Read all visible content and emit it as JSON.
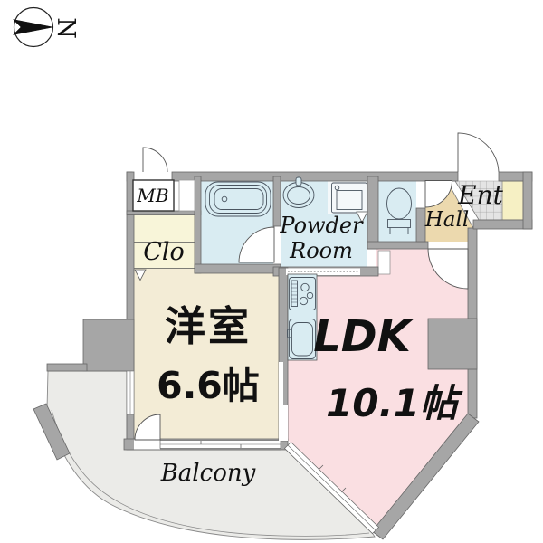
{
  "compass": {
    "label": "N"
  },
  "rooms": {
    "mb": {
      "label": "MB"
    },
    "closet": {
      "label": "Clo"
    },
    "western_room": {
      "name": "洋室",
      "size": "6.6帖"
    },
    "powder_room": {
      "line1": "Powder",
      "line2": "Room"
    },
    "hall": {
      "label": "Hall"
    },
    "entrance": {
      "label": "Ent"
    },
    "ldk": {
      "name": "LDK",
      "size": "10.1帖"
    },
    "balcony": {
      "label": "Balcony"
    }
  },
  "colors": {
    "wall": "#a6a6a6",
    "wet_area_blue": "#d9ecf2",
    "ldk_pink": "#fadfe2",
    "western_room_cream": "#f3ecd6",
    "closet_cream": "#f8f5d9",
    "hall_tan": "#ecd9ae",
    "entrance_tile_gray": "#e4e4e4",
    "shoe_cabinet_yellow": "#f6f0c4",
    "balcony_gray": "#ebebe8"
  }
}
